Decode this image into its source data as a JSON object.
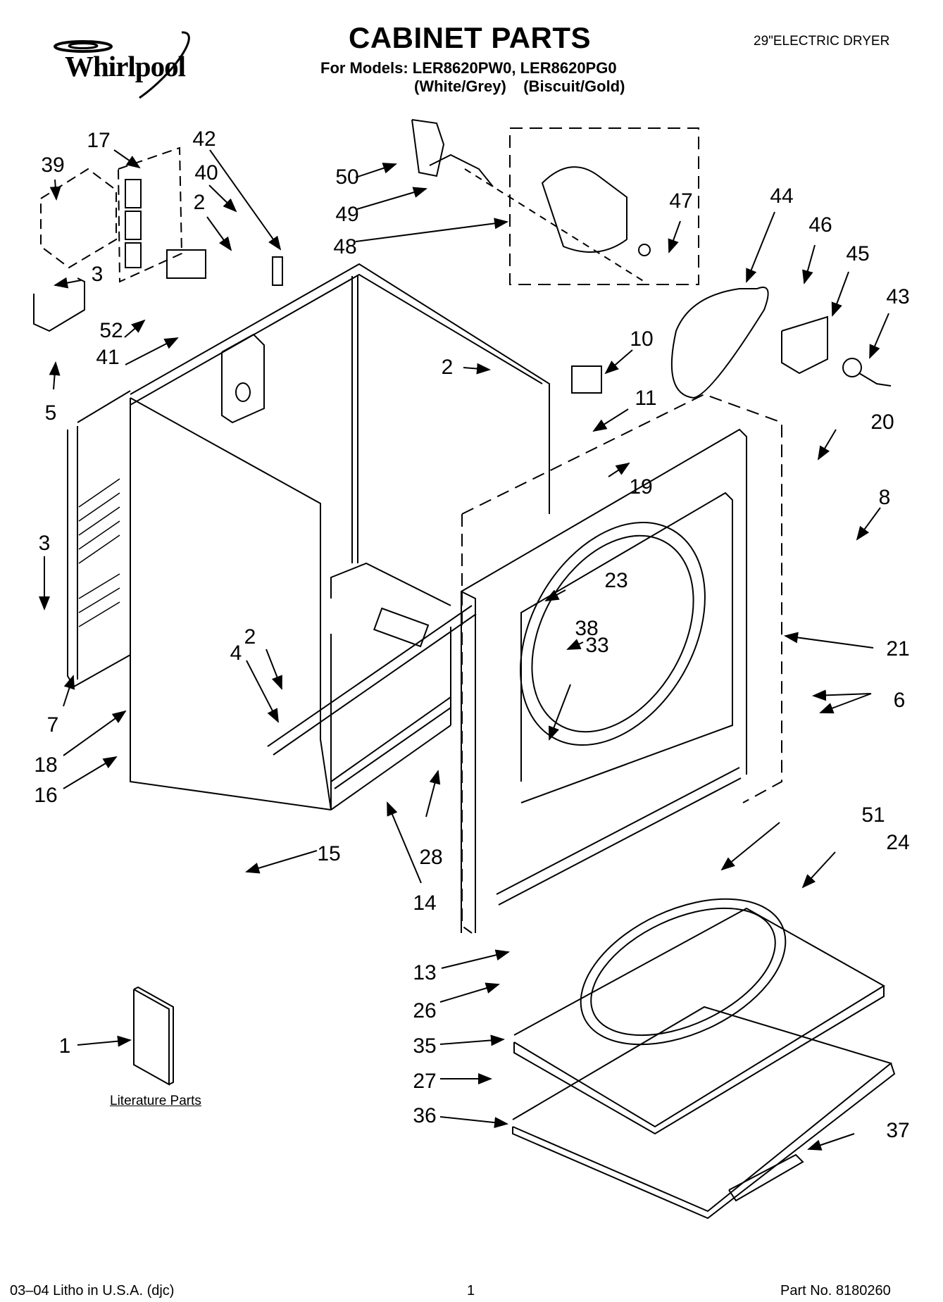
{
  "header": {
    "brand": "Whirlpool",
    "title": "CABINET PARTS",
    "models_line": "For Models: LER8620PW0, LER8620PG0",
    "colors_line": "(White/Grey)    (Biscuit/Gold)",
    "product": "29\"ELECTRIC DRYER"
  },
  "literature": {
    "label": "Literature Parts"
  },
  "footer": {
    "litho": "03–04 Litho in U.S.A. (djc)",
    "page": "1",
    "part_no": "Part No. 8180260"
  },
  "callouts": [
    {
      "id": "17",
      "label": "17"
    },
    {
      "id": "39",
      "label": "39"
    },
    {
      "id": "42",
      "label": "42"
    },
    {
      "id": "40",
      "label": "40"
    },
    {
      "id": "2a",
      "label": "2"
    },
    {
      "id": "3a",
      "label": "3"
    },
    {
      "id": "52",
      "label": "52"
    },
    {
      "id": "41",
      "label": "41"
    },
    {
      "id": "5",
      "label": "5"
    },
    {
      "id": "50",
      "label": "50"
    },
    {
      "id": "49",
      "label": "49"
    },
    {
      "id": "48",
      "label": "48"
    },
    {
      "id": "47",
      "label": "47"
    },
    {
      "id": "44",
      "label": "44"
    },
    {
      "id": "46",
      "label": "46"
    },
    {
      "id": "45",
      "label": "45"
    },
    {
      "id": "43",
      "label": "43"
    },
    {
      "id": "10",
      "label": "10"
    },
    {
      "id": "2b",
      "label": "2"
    },
    {
      "id": "11",
      "label": "11"
    },
    {
      "id": "20",
      "label": "20"
    },
    {
      "id": "19",
      "label": "19"
    },
    {
      "id": "8",
      "label": "8"
    },
    {
      "id": "3b",
      "label": "3"
    },
    {
      "id": "23",
      "label": "23"
    },
    {
      "id": "33",
      "label": "33"
    },
    {
      "id": "21",
      "label": "21"
    },
    {
      "id": "2c",
      "label": "2"
    },
    {
      "id": "38",
      "label": "38"
    },
    {
      "id": "4",
      "label": "4"
    },
    {
      "id": "6",
      "label": "6"
    },
    {
      "id": "7",
      "label": "7"
    },
    {
      "id": "18",
      "label": "18"
    },
    {
      "id": "16",
      "label": "16"
    },
    {
      "id": "15",
      "label": "15"
    },
    {
      "id": "28",
      "label": "28"
    },
    {
      "id": "14",
      "label": "14"
    },
    {
      "id": "51",
      "label": "51"
    },
    {
      "id": "24",
      "label": "24"
    },
    {
      "id": "13",
      "label": "13"
    },
    {
      "id": "26",
      "label": "26"
    },
    {
      "id": "1",
      "label": "1"
    },
    {
      "id": "35",
      "label": "35"
    },
    {
      "id": "27",
      "label": "27"
    },
    {
      "id": "36",
      "label": "36"
    },
    {
      "id": "37",
      "label": "37"
    }
  ]
}
